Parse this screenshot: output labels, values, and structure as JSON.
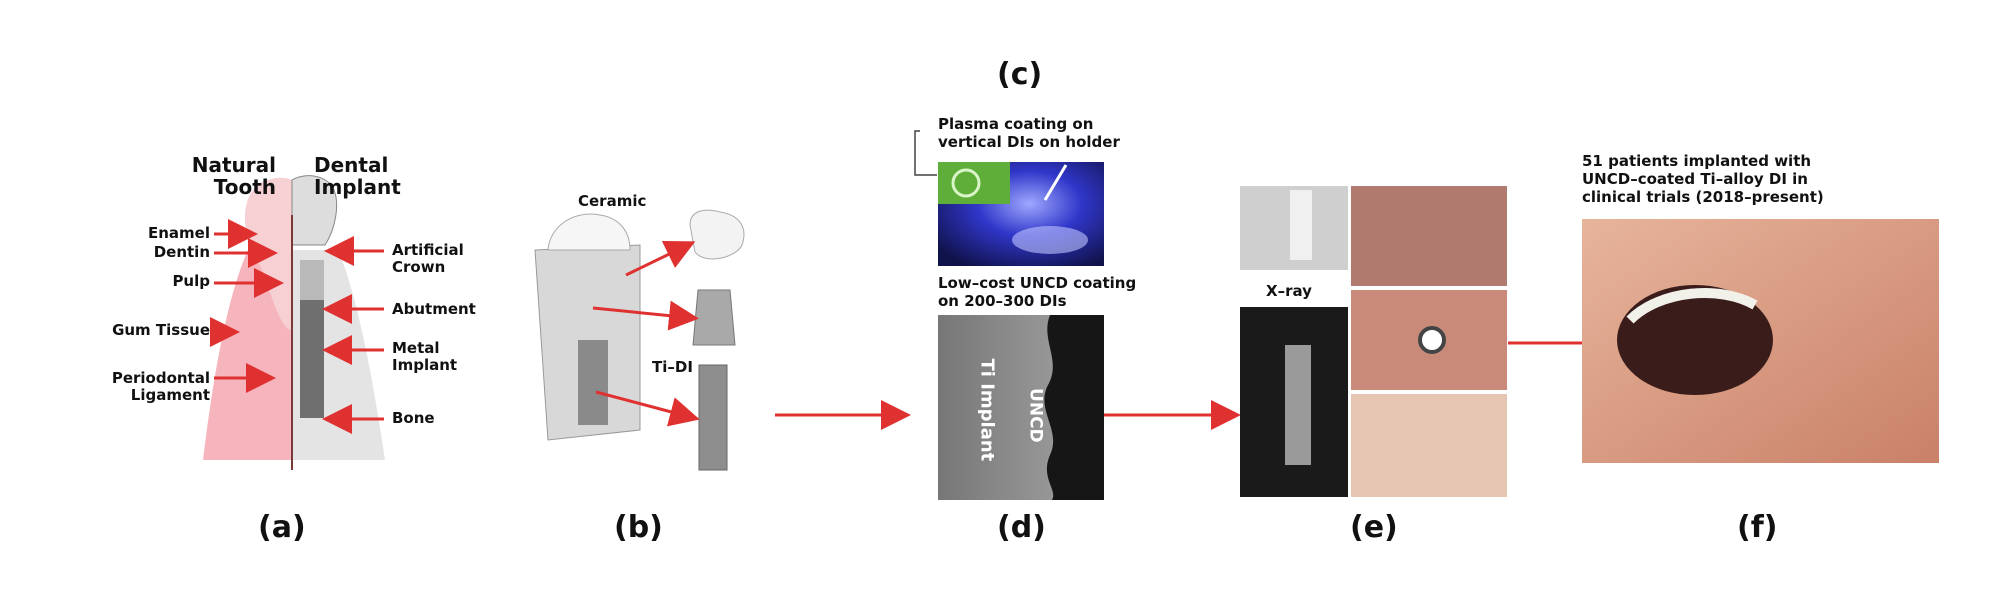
{
  "colors": {
    "arrow": "#e03131",
    "gum": "#f4a3ad",
    "plasma": "#2d2fb8",
    "sem": "#8f8f8f",
    "xray": "#1a1a1a",
    "clinical": "#c98a7a",
    "skin": "#d9997d"
  },
  "panels": {
    "a": {
      "label": "(a)",
      "heading_left": [
        "Natural",
        "Tooth"
      ],
      "heading_right": [
        "Dental",
        "Implant"
      ],
      "left_labels": [
        "Enamel",
        "Dentin",
        "Pulp",
        "Gum Tissue",
        "Periodontal",
        "Ligament"
      ],
      "right_labels": [
        "Artificial",
        "Crown",
        "Abutment",
        "Metal",
        "Implant",
        "Bone"
      ]
    },
    "b": {
      "label": "(b)",
      "ceramic": "Ceramic",
      "tidi": "Ti–DI"
    },
    "c": {
      "label": "(c)",
      "note": [
        "Plasma coating on",
        "vertical DIs on holder"
      ]
    },
    "d": {
      "label": "(d)",
      "note": [
        "Low–cost UNCD coating",
        "on 200–300 DIs"
      ],
      "ti_implant": "Ti Implant",
      "uncd": "UNCD"
    },
    "e": {
      "label": "(e)",
      "xray": "X–ray"
    },
    "f": {
      "label": "(f)",
      "note": [
        "51 patients implanted with",
        "UNCD–coated Ti–alloy DI in",
        "clinical trials (2018–present)"
      ]
    }
  }
}
